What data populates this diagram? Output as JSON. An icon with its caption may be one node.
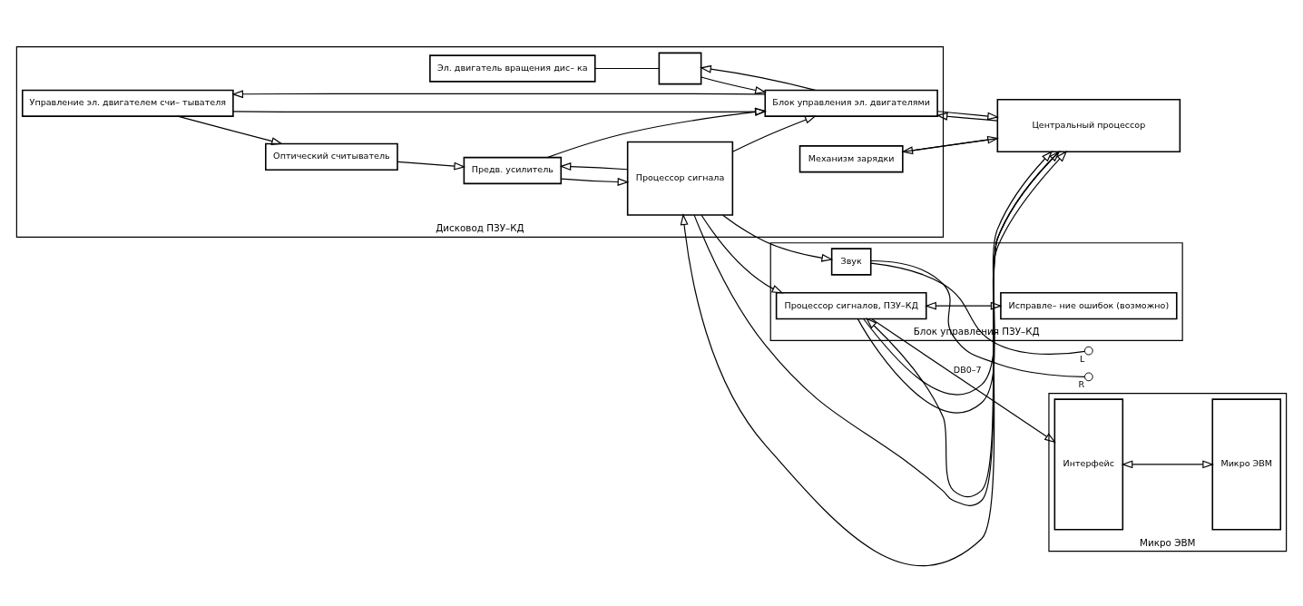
{
  "diagram": {
    "nodes": [
      {
        "text": [
          "Дисковод ПЗУ–КД"
        ]
      },
      {
        "text": [
          "Блок управления ПЗУ–КД"
        ]
      },
      {
        "text": [
          "Микро ЭВМ"
        ]
      },
      {
        "text": [
          "Оптический считыватель"
        ],
        "in": 0
      },
      {
        "text": [
          "Предв. усилитель"
        ],
        "in": 0
      },
      {
        "text": [
          "Процессор сигнала"
        ],
        "in": 0
      },
      {
        "text": [
          "Эл. двигатель вращения дис– ка"
        ],
        "in": 0
      },
      {
        "text": [],
        "shape": "box",
        "in": 0
      },
      {
        "text": [
          "Управление эл. двигателем счи– тывателя"
        ],
        "in": 0
      },
      {
        "text": [
          "Блок управления эл. двигателями"
        ],
        "in": 0
      },
      {
        "text": [
          "Механизм зарядки"
        ],
        "in": 0
      },
      {
        "text": [
          "Центральный процессор"
        ]
      },
      {
        "text": [
          "Звук"
        ],
        "in": 1
      },
      {
        "text": [
          "Процессор сигналов, ПЗУ–КД"
        ],
        "in": 1
      },
      {
        "text": [
          "Исправле– ние ошибок (возможно)"
        ],
        "in": 1
      },
      {
        "text": [
          "Интерфейс"
        ],
        "in": 2
      },
      {
        "text": [
          "Микро ЭВМ"
        ],
        "in": 2
      },
      {
        "text": [],
        "shape": "circle",
        "beside": [
          "L"
        ]
      },
      {
        "text": [],
        "shape": "circle",
        "beside": [
          "R"
        ]
      }
    ],
    "edges": [
      {
        "from": 3,
        "to": 4,
        "arrow": "to"
      },
      {
        "from": 4,
        "to": 5,
        "arrow": "to"
      },
      {
        "from": 5,
        "to": 4,
        "arrow": "to"
      },
      {
        "from": 8,
        "to": 3,
        "arrow": "to"
      },
      {
        "from": 9,
        "to": 8,
        "arrow": "to"
      },
      {
        "from": 8,
        "to": 9,
        "arrow": "to"
      },
      {
        "from": 4,
        "to": 9,
        "arrow": "to"
      },
      {
        "from": 6,
        "to": 7,
        "arrow": "none"
      },
      {
        "from": 9,
        "to": 7,
        "arrow": "to"
      },
      {
        "from": 7,
        "to": 9,
        "arrow": "to"
      },
      {
        "from": 5,
        "to": 9,
        "arrow": "to"
      },
      {
        "from": 11,
        "to": 9,
        "arrow": "to"
      },
      {
        "from": 9,
        "to": 11,
        "arrow": "to"
      },
      {
        "from": 11,
        "to": 5,
        "arrow": "to"
      },
      {
        "from": 5,
        "to": 11,
        "arrow": "to"
      },
      {
        "from": 10,
        "to": 11,
        "arrow": "to"
      },
      {
        "from": 11,
        "to": 10,
        "arrow": "to"
      },
      {
        "from": 5,
        "to": 12,
        "arrow": "to"
      },
      {
        "from": 5,
        "to": 13,
        "arrow": "to"
      },
      {
        "from": 12,
        "to": 17,
        "arrow": "none"
      },
      {
        "from": 12,
        "to": 18,
        "arrow": "none"
      },
      {
        "from": 13,
        "to": 14,
        "arrow": "both"
      },
      {
        "from": 11,
        "to": 13,
        "arrow": "to"
      },
      {
        "from": 13,
        "to": 11,
        "arrow": "to"
      },
      {
        "from": 13,
        "to": 15,
        "arrow": "to",
        "label": "DB0–7"
      },
      {
        "from": 13,
        "to": 11,
        "arrow": "to"
      },
      {
        "from": 15,
        "to": 16,
        "arrow": "both"
      }
    ]
  }
}
